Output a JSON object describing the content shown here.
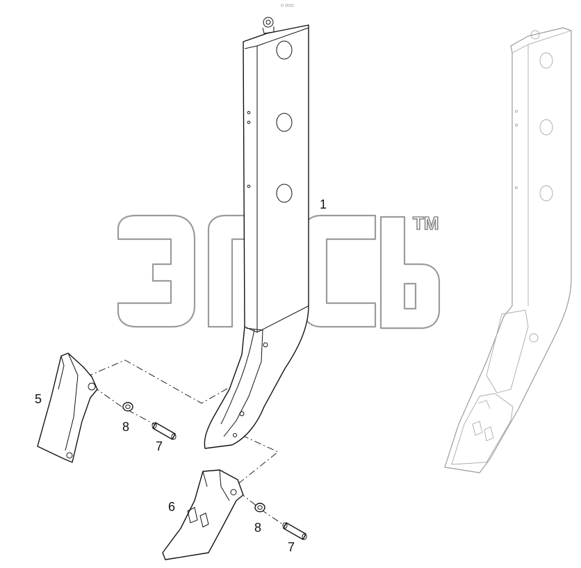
{
  "diagram": {
    "callouts": [
      {
        "id": "shank",
        "label": "1"
      },
      {
        "id": "protector",
        "label": "5"
      },
      {
        "id": "tip",
        "label": "6"
      },
      {
        "id": "pin_upper",
        "label": "7"
      },
      {
        "id": "pin_lower",
        "label": "7"
      },
      {
        "id": "retainer_upper",
        "label": "8"
      },
      {
        "id": "retainer_lower",
        "label": "8"
      }
    ],
    "top_mark": "○ ○○○"
  },
  "watermark": {
    "trademark": "TM"
  }
}
